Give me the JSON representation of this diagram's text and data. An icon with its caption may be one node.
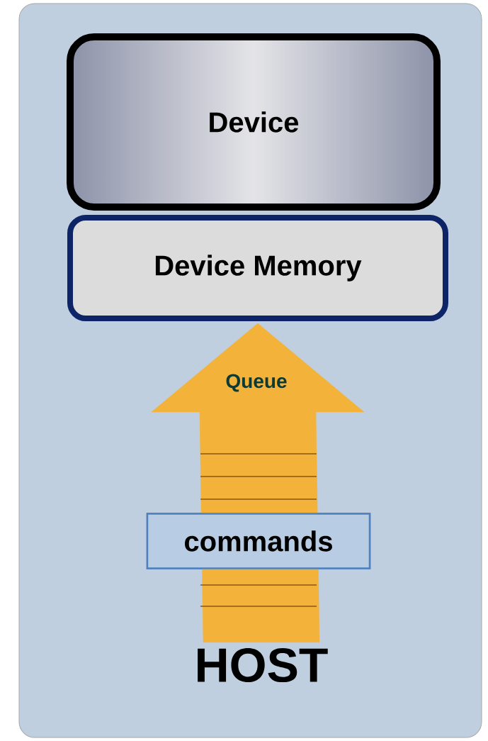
{
  "diagram": {
    "nodes": [
      {
        "text": [
          "Device"
        ]
      },
      {
        "text": [
          "Device Memory"
        ]
      },
      {
        "text": [
          "commands"
        ]
      },
      {
        "text": [
          "HOST"
        ]
      }
    ],
    "edges": [
      {
        "from": 3,
        "to": 1,
        "arrow": "to",
        "label": "Queue"
      }
    ]
  }
}
